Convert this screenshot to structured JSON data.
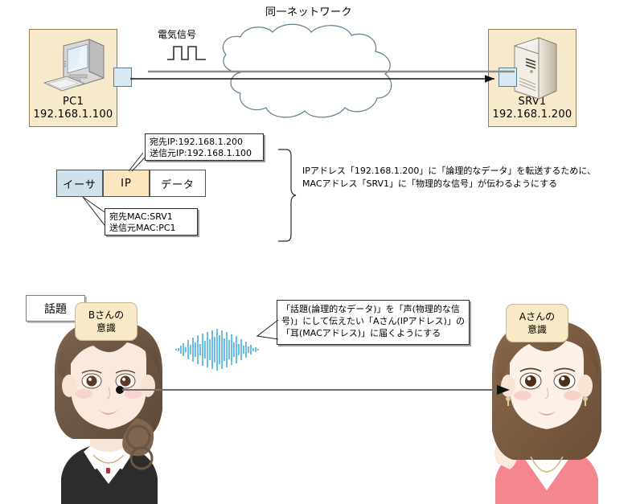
{
  "diagram": {
    "title_network": "同一ネットワーク",
    "signal_label": "電気信号",
    "hosts": [
      {
        "name": "PC1",
        "ip": "192.168.1.100",
        "icon": "desktop-computer-icon"
      },
      {
        "name": "SRV1",
        "ip": "192.168.1.200",
        "icon": "server-tower-icon"
      }
    ],
    "packet": {
      "segments": [
        {
          "key": "ethernet",
          "label": "イーサ"
        },
        {
          "key": "ip",
          "label": "IP"
        },
        {
          "key": "data",
          "label": "データ"
        }
      ]
    },
    "callouts": {
      "ip_header": "宛先IP:192.168.1.200\n送信元IP:192.168.1.100",
      "mac_header": "宛先MAC:SRV1\n送信元MAC:PC1"
    },
    "annotation_network": "IPアドレス「192.168.1.200」に「論理的なデータ」を転送するために、\nMACアドレス「SRV1」に「物理的な信号」が伝わるようにする"
  },
  "analogy": {
    "topic_label": "話題",
    "speaker": {
      "thought": "Bさんの\n意識",
      "thought_line1": "Bさんの",
      "thought_line2": "意識"
    },
    "listener": {
      "thought": "Aさんの\n意識",
      "thought_line1": "Aさんの",
      "thought_line2": "意識"
    },
    "sound_icon": "audio-waveform-icon",
    "annotation_speech": "「話題(論理的なデータ)」を「声(物理的な信\n号)」にして伝えたい「Aさん(IPアドレス)」の\n「耳(MACアドレス)」に届くようにする"
  },
  "colors": {
    "host_fill": "#f7e9cc",
    "host_border": "#9a7b52",
    "ethernet_fill": "#cfe2ec",
    "ip_fill": "#fbe6bf",
    "cloud_stroke": "#5f7d8c",
    "wave_blue": "#35a8e0",
    "thought_fill": "#f8eac7",
    "line_dark": "#1a1a1a",
    "line_gray": "#6e6e6e"
  }
}
